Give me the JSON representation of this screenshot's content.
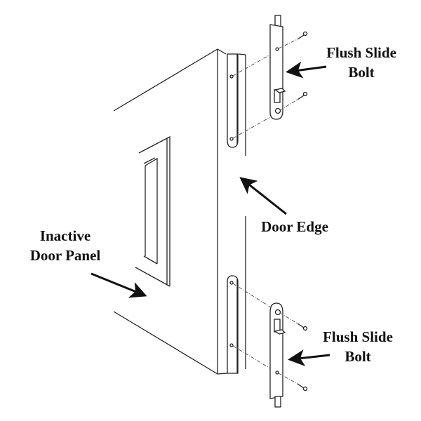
{
  "labels": {
    "top_bolt": [
      "Flush Slide",
      "Bolt"
    ],
    "door_edge": "Door Edge",
    "inactive_panel": [
      "Inactive",
      "Door Panel"
    ],
    "bottom_bolt": [
      "Flush Slide",
      "Bolt"
    ]
  }
}
